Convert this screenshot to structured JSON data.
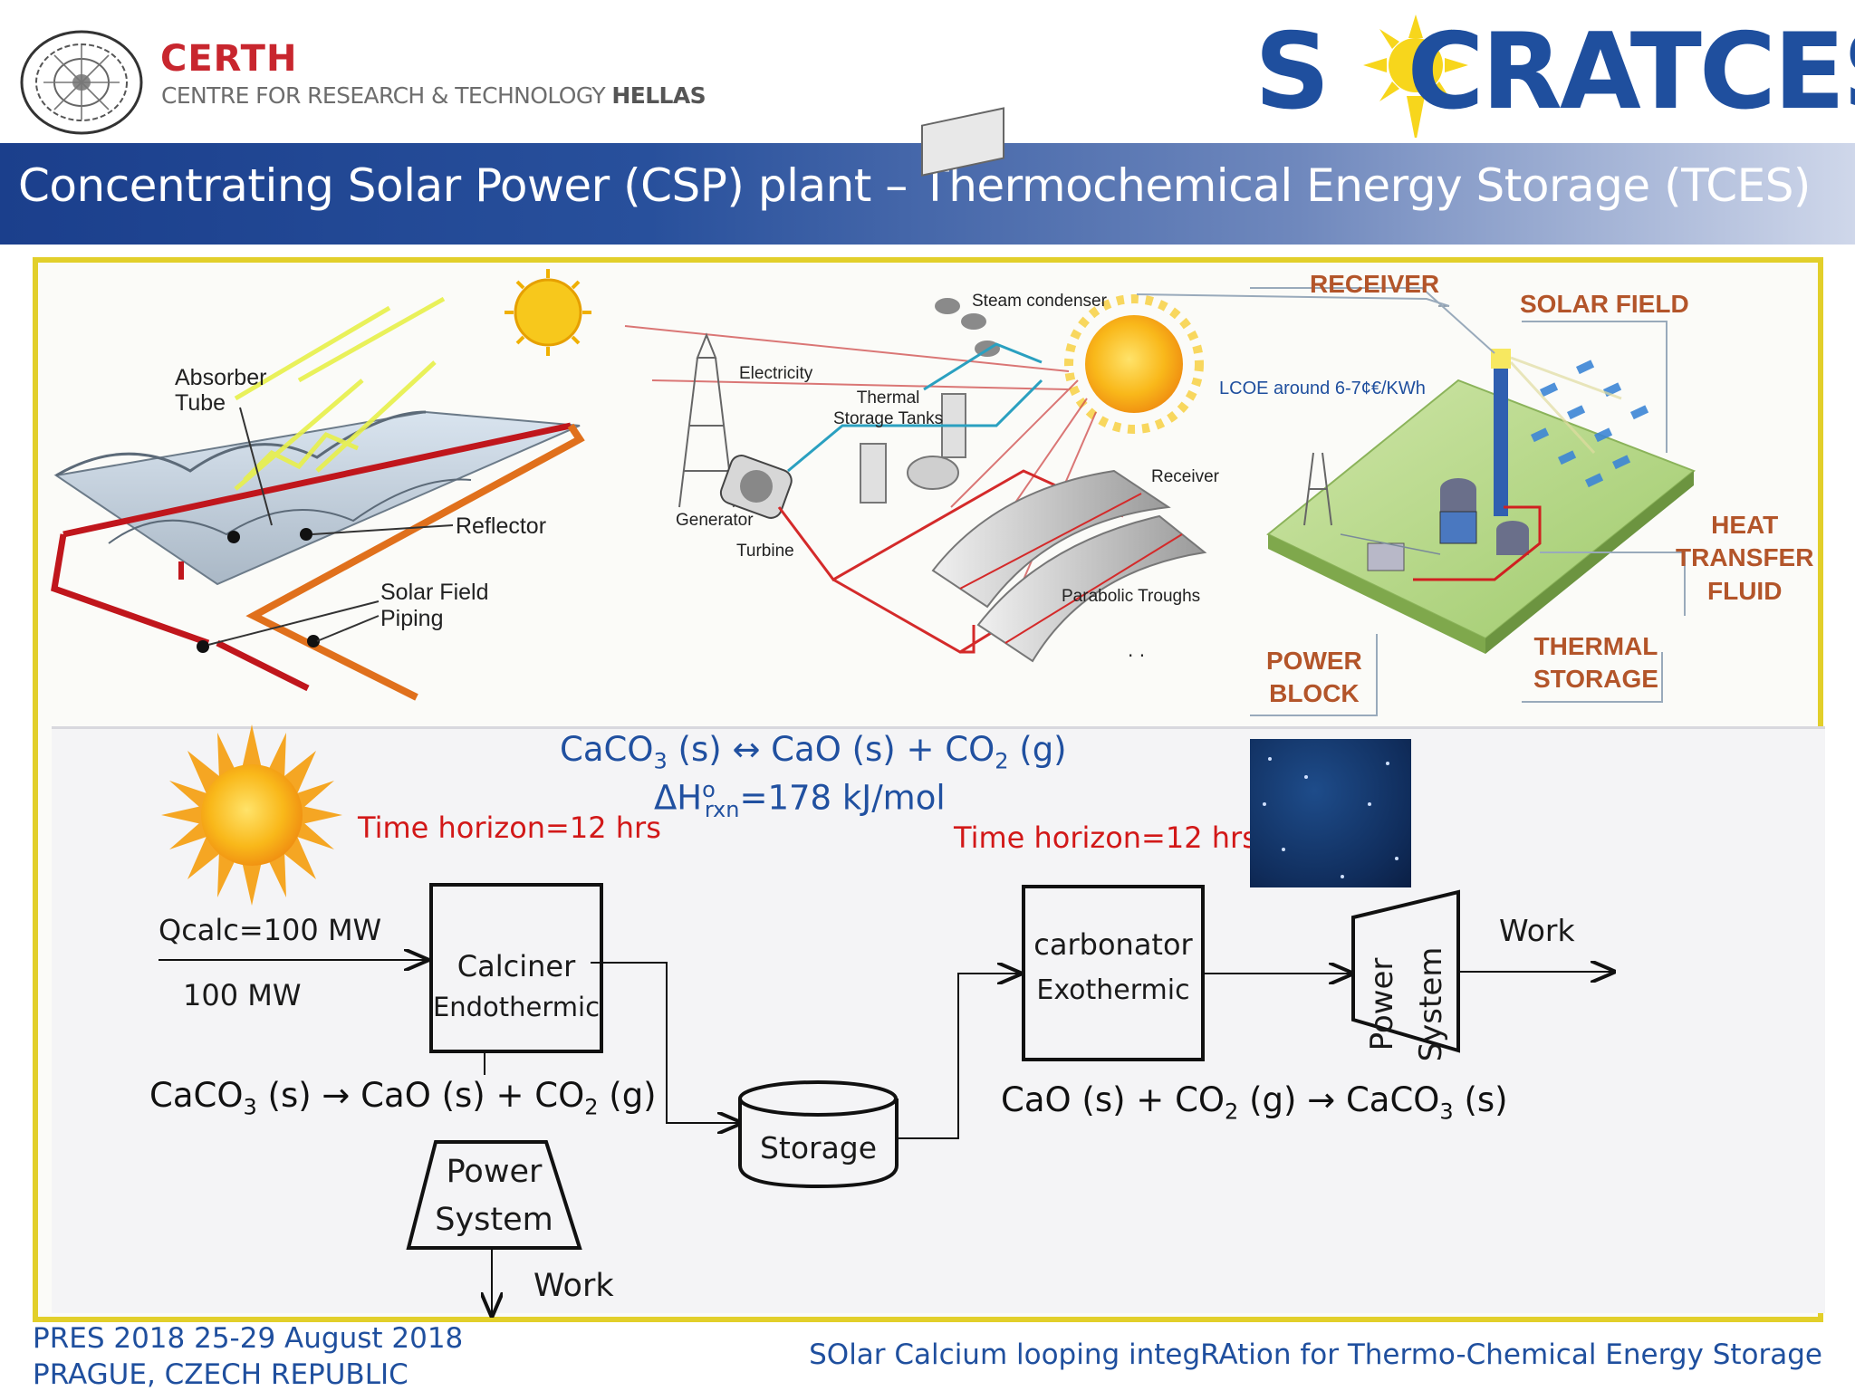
{
  "header": {
    "certh_name": "CERTH",
    "certh_subtitle_light": "CENTRE FOR RESEARCH & TECHNOLOGY ",
    "certh_subtitle_bold": "HELLAS",
    "project_logo": "SOCRATCES",
    "project_logo_left": "S",
    "project_logo_right": "CRATCES"
  },
  "title": "Concentrating Solar Power (CSP) plant – Thermochemical Energy Storage (TCES)",
  "trough_image": {
    "absorber_tube": [
      "Absorber",
      "Tube"
    ],
    "reflector": "Reflector",
    "solar_field_piping": [
      "Solar Field",
      "Piping"
    ]
  },
  "plant_image": {
    "steam_condenser": "Steam condenser",
    "electricity": "Electricity",
    "thermal_storage_tanks": [
      "Thermal",
      "Storage Tanks"
    ],
    "generator": "Generator",
    "turbine": "Turbine",
    "receiver": "Receiver",
    "parabolic_troughs": "Parabolic Troughs"
  },
  "tower_image": {
    "receiver": "RECEIVER",
    "solar_field": "SOLAR FIELD",
    "lcoe": "LCOE around 6-7¢€/KWh",
    "heat_transfer_fluid": [
      "HEAT",
      "TRANSFER",
      "FLUID"
    ],
    "power_block": [
      "POWER",
      "BLOCK"
    ],
    "thermal_storage": [
      "THERMAL",
      "STORAGE"
    ]
  },
  "process": {
    "overall_reaction": {
      "a": "CaCO",
      "a_sub": "3",
      "b": " (s) ↔ CaO (s) + CO",
      "b_sub": "2",
      "c": " (g)"
    },
    "enthalpy": {
      "a": "ΔH",
      "sup": "o",
      "sub": "rxn",
      "b": "=178 kJ/mol"
    },
    "time_horizon_day": "Time horizon=12  hrs",
    "time_horizon_night": "Time horizon=12 hrs",
    "q_calc": "Qcalc=100 MW",
    "input_mw": "100 MW",
    "calciner": {
      "title": "Calciner",
      "subtitle": "Endothermic"
    },
    "calcination_reaction": {
      "a": "CaCO",
      "a_sub": "3",
      "b": " (s) → CaO (s) + CO",
      "b_sub": "2",
      "c": " (g)"
    },
    "power_system_day": [
      "Power",
      "System"
    ],
    "work_day": "Work",
    "storage": "Storage",
    "carbonator": {
      "title": "carbonator",
      "subtitle": "Exothermic"
    },
    "carbonation_reaction": {
      "a": "CaO (s) + CO",
      "a_sub": "2",
      "b": " (g) → CaCO",
      "b_sub": "3",
      "c": " (s)"
    },
    "power_system_night": [
      "Power",
      "System"
    ],
    "work_night": "Work"
  },
  "footer": {
    "conference_line1": "PRES 2018 25-29 August 2018",
    "conference_line2": "PRAGUE, CZECH REPUBLIC",
    "project_full_name": "SOlar Calcium looping integRAtion for Thermo-Chemical Energy Storage"
  },
  "colors": {
    "certh_red": "#c8262e",
    "brand_blue": "#1f4f9e",
    "frame_yellow": "#e2cf2a",
    "time_red": "#d21818",
    "sun_yellow": "#f7c81c"
  },
  "icons": [
    "certh-emblem-icon",
    "sun-icon",
    "moon-icon"
  ]
}
